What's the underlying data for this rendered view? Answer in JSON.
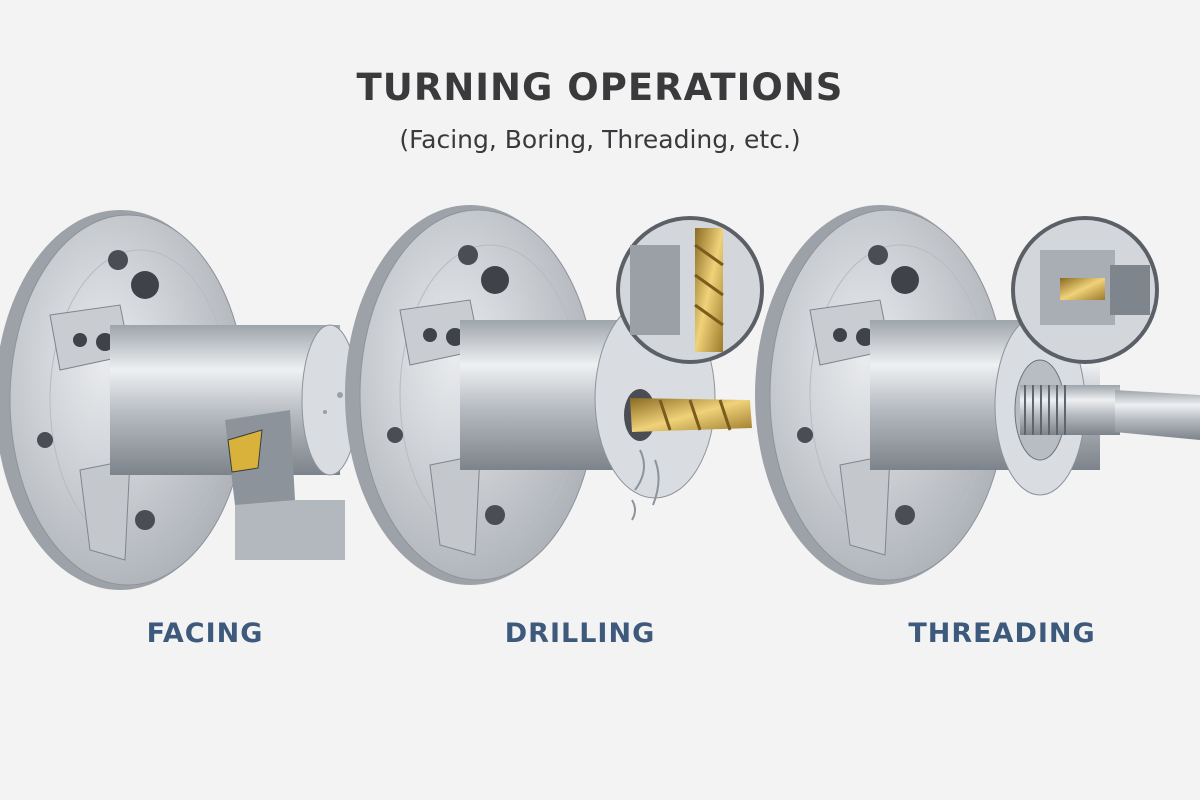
{
  "title": "TURNING OPERATIONS",
  "subtitle": "(Facing, Boring, Threading, etc.)",
  "panels": [
    {
      "label": "FACING",
      "tool": "carbide-insert"
    },
    {
      "label": "DRILLING",
      "tool": "twist-drill"
    },
    {
      "label": "THREADING",
      "tool": "threading-tool"
    }
  ],
  "colors": {
    "label": "#3d5a7c",
    "title": "#3a3a3d",
    "steel": "#c4c8cd",
    "drill_gold": "#c9a54a",
    "insert_gold": "#d8b23a"
  }
}
